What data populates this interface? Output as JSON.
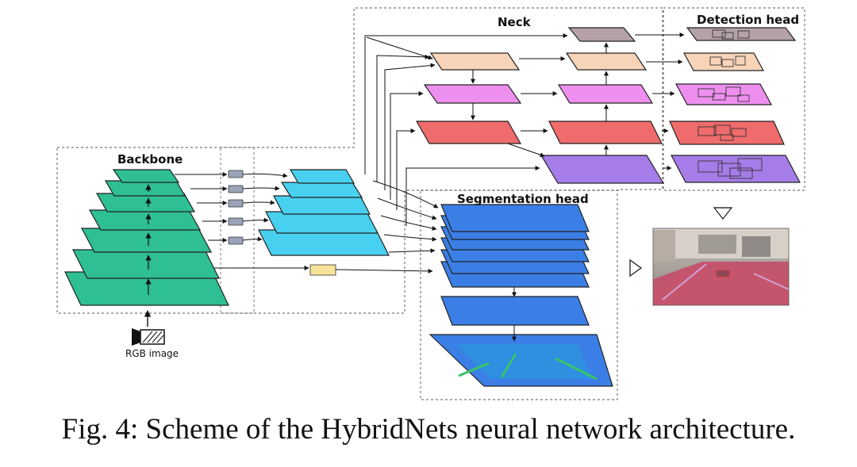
{
  "sections": {
    "backbone": "Backbone",
    "neck": "Neck",
    "detection_head": "Detection head",
    "segmentation_head": "Segmentation head"
  },
  "input_label": "RGB image",
  "caption": "Fig. 4: Scheme of the HybridNets neural network architecture.",
  "colors": {
    "backbone": "#2ebf94",
    "bifpn": "#48d0f0",
    "neck_top": "#b5a2a6",
    "neck_peach": "#f7d4b8",
    "neck_pink": "#ee8ff0",
    "neck_red": "#f06b6b",
    "neck_purple": "#a57ce8",
    "seg": "#3b7fe6",
    "box": "#9aa4b8",
    "yellow_block": "#f7e39a"
  }
}
